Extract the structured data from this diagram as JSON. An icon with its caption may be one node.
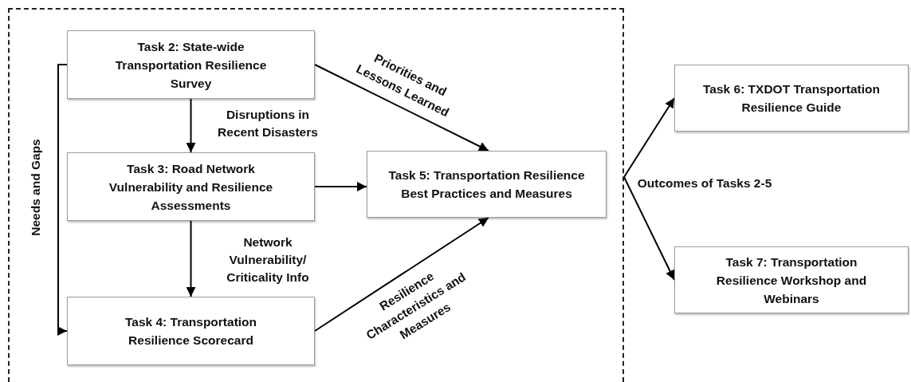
{
  "diagram": {
    "nodes": [
      {
        "text": [],
        "shape": "box"
      },
      {
        "text": [
          "Task 2: State-wide Transportation Resilience Survey"
        ],
        "in": 0
      },
      {
        "text": [
          "Task 3: Road Network Vulnerability and Resilience Assessments"
        ],
        "in": 0
      },
      {
        "text": [
          "Task 4: Transportation Resilience Scorecard"
        ],
        "in": 0
      },
      {
        "text": [
          "Task 5: Transportation Resilience Best Practices and Measures"
        ],
        "in": 0
      },
      {
        "text": [
          "Task 6: TXDOT Transportation Resilience Guide"
        ]
      },
      {
        "text": [
          "Task 7: Transportation Resilience Workshop and Webinars"
        ]
      }
    ],
    "edges": [
      {
        "from": 1,
        "to": 2,
        "arrow": "to",
        "label": "Disruptions in Recent Disasters"
      },
      {
        "from": 1,
        "to": 4,
        "arrow": "to",
        "label": "Priorities and Lessons Learned"
      },
      {
        "from": 2,
        "to": 4,
        "arrow": "to"
      },
      {
        "from": 2,
        "to": 3,
        "arrow": "to",
        "label": "Network Vulnerability/ Criticality Info"
      },
      {
        "from": 3,
        "to": 4,
        "arrow": "to",
        "label": "Resilience Characteristics and Measures"
      },
      {
        "from": 1,
        "to": 3,
        "arrow": "to",
        "label": "Needs and Gaps"
      },
      {
        "from": 0,
        "to": 5,
        "arrow": "to"
      },
      {
        "from": 0,
        "to": 6,
        "arrow": "to"
      }
    ],
    "labels": [
      "Outcomes of Tasks 2-5"
    ]
  }
}
